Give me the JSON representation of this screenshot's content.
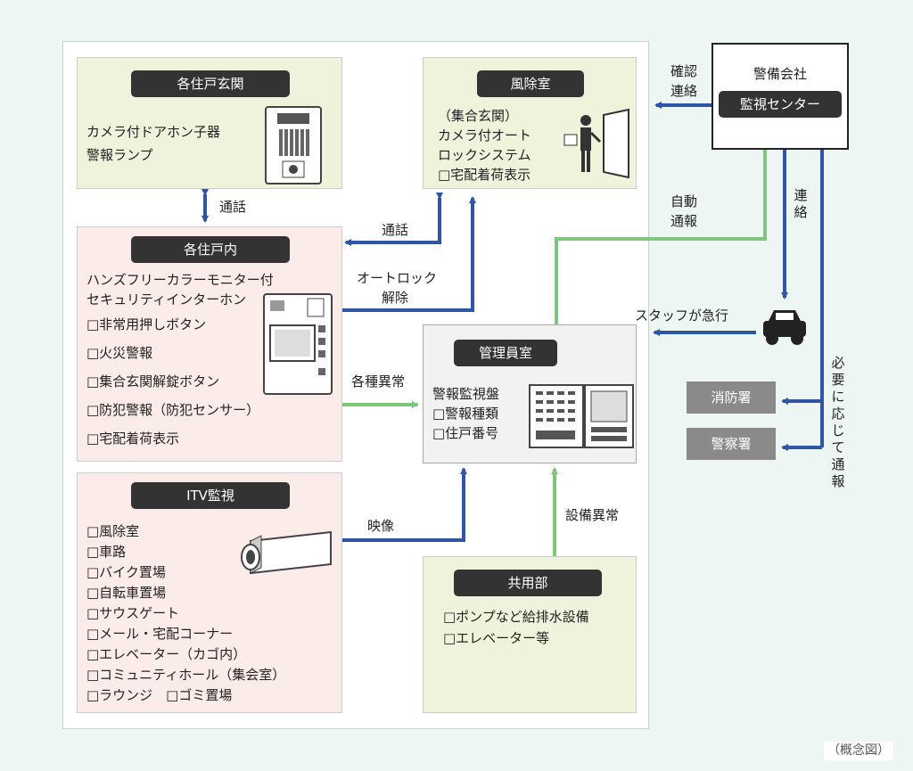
{
  "residence_entrance": {
    "title": "各住戸玄関",
    "lines": [
      "カメラ付ドアホン子器",
      "警報ランプ"
    ]
  },
  "vestibule": {
    "title": "風除室",
    "lines": [
      "（集合玄関）",
      "カメラ付オート",
      "ロックシステム",
      "□宅配着荷表示"
    ]
  },
  "residence_inside": {
    "title": "各住戸内",
    "lines": [
      "ハンズフリーカラーモニター付",
      "セキュリティインターホン",
      "□非常用押しボタン",
      "□火災警報",
      "□集合玄関解錠ボタン",
      "□防犯警報（防犯センサー）",
      "□宅配着荷表示"
    ]
  },
  "itv": {
    "title": "ITV監視",
    "lines": [
      "□風除室",
      "□車路",
      "□バイク置場",
      "□自転車置場",
      "□サウスゲート",
      "□メール・宅配コーナー",
      "□エレベーター（カゴ内）",
      "□コミュニティホール（集会室）",
      "□ラウンジ　□ゴミ置場"
    ]
  },
  "manager_room": {
    "title": "管理員室",
    "lines": [
      "警報監視盤",
      "□警報種類",
      "□住戸番号"
    ]
  },
  "common_area": {
    "title": "共用部",
    "lines": [
      "□ポンプなど給排水設備",
      "□エレベーター等"
    ]
  },
  "security_company": {
    "title": "警備会社",
    "center": "監視センター"
  },
  "fire_station": "消防署",
  "police": "警察署",
  "labels": {
    "call1": "通話",
    "call2": "通話",
    "autolock1": "オートロック",
    "autolock2": "解除",
    "various": "各種異常",
    "video": "映像",
    "equipment": "設備異常",
    "confirm": [
      "確",
      "認",
      "連",
      "絡"
    ],
    "confirm_line1": "確認",
    "confirm_line2": "連絡",
    "auto1": "自動",
    "auto2": "通報",
    "contact": [
      "連",
      "絡"
    ],
    "staff": "スタッフが急行",
    "notify": [
      "必",
      "要",
      "に",
      "応",
      "じ",
      "て",
      "通",
      "報"
    ]
  },
  "caption": "（概念図）",
  "colors": {
    "blue": "#2f55a4",
    "green": "#7fc47f"
  }
}
